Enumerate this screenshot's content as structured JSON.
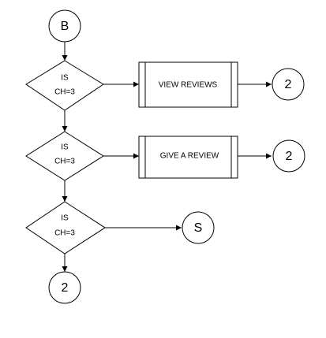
{
  "diagram": {
    "nodes": {
      "start": {
        "label": "B"
      },
      "decision1": {
        "line1": "IS",
        "line2": "CH=3"
      },
      "process1": {
        "label": "VIEW REVIEWS"
      },
      "connector1": {
        "label": "2"
      },
      "decision2": {
        "line1": "IS",
        "line2": "CH=3"
      },
      "process2": {
        "label": "GIVE A REVIEW"
      },
      "connector2": {
        "label": "2"
      },
      "decision3": {
        "line1": "IS",
        "line2": "CH=3"
      },
      "stop": {
        "label": "S"
      },
      "connector3": {
        "label": "2"
      }
    },
    "edges": [
      {
        "from": "start",
        "to": "decision1"
      },
      {
        "from": "decision1",
        "to": "process1"
      },
      {
        "from": "process1",
        "to": "connector1"
      },
      {
        "from": "decision1",
        "to": "decision2"
      },
      {
        "from": "decision2",
        "to": "process2"
      },
      {
        "from": "process2",
        "to": "connector2"
      },
      {
        "from": "decision2",
        "to": "decision3"
      },
      {
        "from": "decision3",
        "to": "stop"
      },
      {
        "from": "decision3",
        "to": "connector3"
      }
    ]
  }
}
